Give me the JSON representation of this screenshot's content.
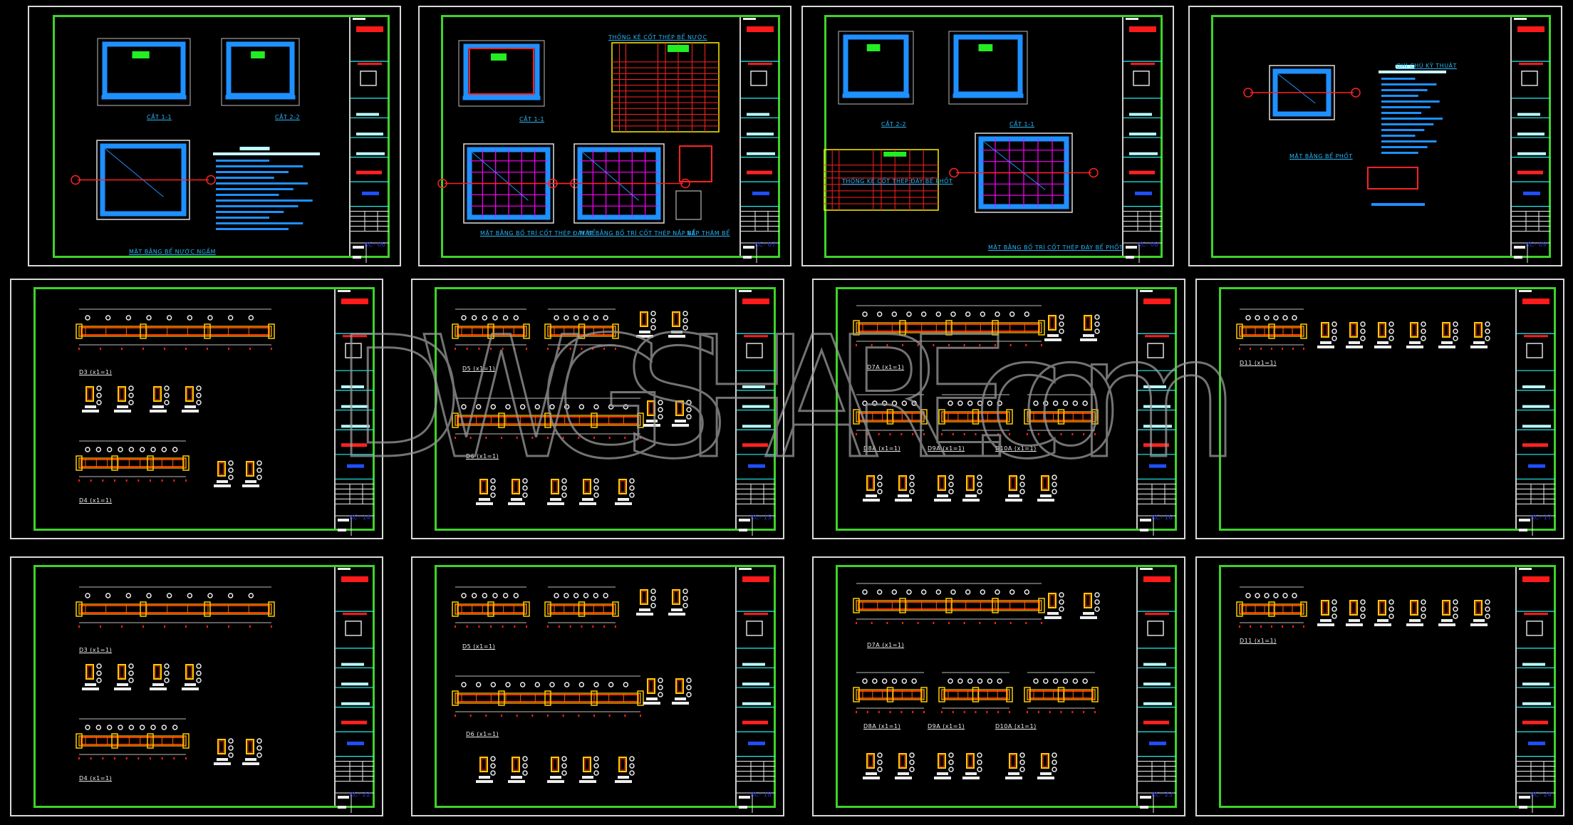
{
  "watermark": "DWGSHARE.com",
  "colors": {
    "background": "#000000",
    "frame": "#3fd22a",
    "sheet_border": "#d8d8d8",
    "concrete": "#1e90ff",
    "rebar": "#ff00ff",
    "beam": "#ff3300",
    "beam_outline": "#ffcc00",
    "label": "#29b6f6",
    "code": "#2233dd"
  },
  "sheets": [
    {
      "code": "KC- 06",
      "labels": [
        "CẮT 1-1",
        "CẮT 2-2",
        "MẶT BẰNG BỂ NƯỚC NGẦM"
      ]
    },
    {
      "code": "KC- 07",
      "labels": [
        "CẮT 1-1",
        "THỐNG KÊ CỐT THÉP BỂ NƯỚC",
        "MẶT BẰNG BỐ TRÍ CỐT THÉP ĐÁY BỂ",
        "MẶT BẰNG BỐ TRÍ CỐT THÉP NẮP BỂ",
        "NẮP THĂM BỂ"
      ]
    },
    {
      "code": "KC- 08",
      "labels": [
        "CẮT 2-2",
        "CẮT 1-1",
        "THỐNG KÊ CỐT THÉP ĐÁY BỂ PHỐT",
        "MẶT BẰNG BỐ TRÍ CỐT THÉP ĐÁY BỂ PHỐT"
      ]
    },
    {
      "code": "KC- 09",
      "labels": [
        "MẶT BẰNG BỂ PHỐT",
        "GHI CHÚ KỸ THUẬT"
      ]
    },
    {
      "code": "KC- 14",
      "labels": [
        "D3 (x1=1)",
        "D4 (x1=1)"
      ]
    },
    {
      "code": "KC- 15",
      "labels": [
        "D5 (x1=1)",
        "D6 (x1=1)"
      ]
    },
    {
      "code": "KC- 16",
      "labels": [
        "D7A (x1=1)",
        "D8A (x1=1)",
        "D9A (x1=1)",
        "D10A (x1=1)"
      ]
    },
    {
      "code": "KC- 17",
      "labels": [
        "D11 (x1=1)"
      ]
    },
    {
      "code": "KC- 22",
      "labels": [
        "D3 (x1=1)",
        "D4 (x1=1)"
      ]
    },
    {
      "code": "KC- 18",
      "labels": [
        "D5 (x1=1)",
        "D6 (x1=1)"
      ]
    },
    {
      "code": "KC- 23",
      "labels": [
        "D7A (x1=1)",
        "D8A (x1=1)",
        "D9A (x1=1)",
        "D10A (x1=1)"
      ]
    },
    {
      "code": "KC- 24",
      "labels": [
        "D11 (x1=1)"
      ]
    }
  ]
}
